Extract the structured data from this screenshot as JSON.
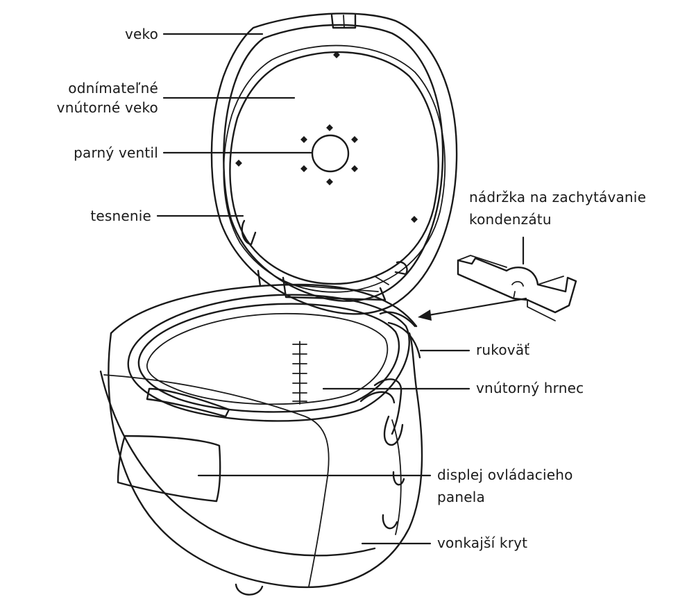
{
  "labels": {
    "lid": "veko",
    "inner_lid_line1": "odnímateľné",
    "inner_lid_line2": "vnútorné veko",
    "steam_valve": "parný ventil",
    "seal": "tesnenie",
    "condensate_line1": "nádržka na zachytávanie",
    "condensate_line2": "kondenzátu",
    "handle": "rukoväť",
    "inner_pot": "vnútorný hrnec",
    "display_line1": "displej ovládacieho",
    "display_line2": "panela",
    "outer_cover": "vonkajší kryt"
  },
  "colors": {
    "ink": "#1a1a1a",
    "background": "#ffffff"
  }
}
